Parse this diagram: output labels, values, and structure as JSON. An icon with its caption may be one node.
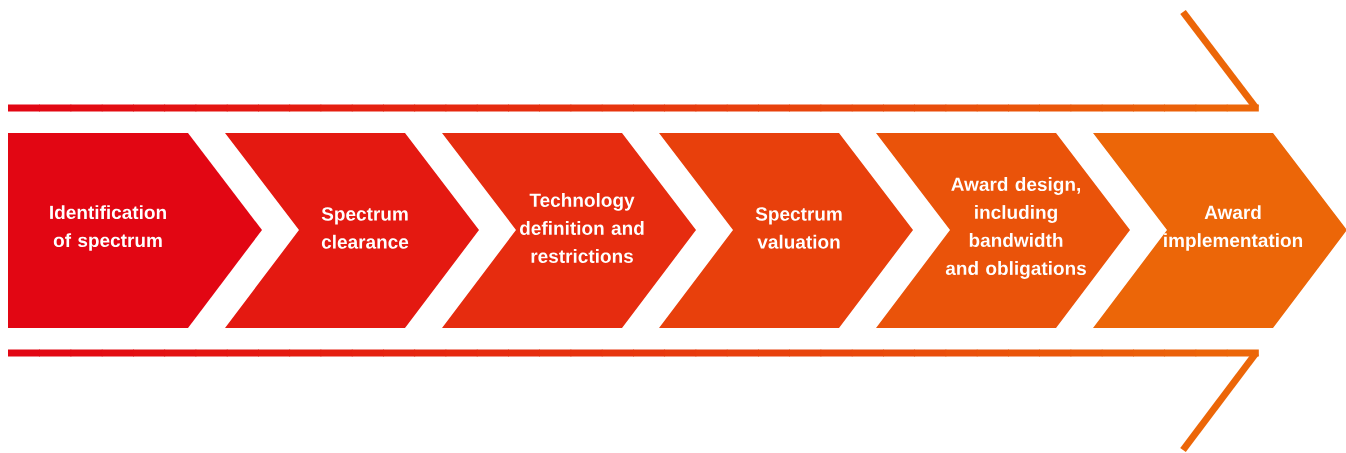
{
  "diagram": {
    "nodes": [
      {
        "text": [
          "Identification of spectrum"
        ]
      },
      {
        "text": [
          "Spectrum clearance"
        ]
      },
      {
        "text": [
          "Technology definition and restrictions"
        ]
      },
      {
        "text": [
          "Spectrum valuation"
        ]
      },
      {
        "text": [
          "Award design, including bandwidth and obligations"
        ]
      },
      {
        "text": [
          "Award implementation"
        ]
      }
    ]
  }
}
